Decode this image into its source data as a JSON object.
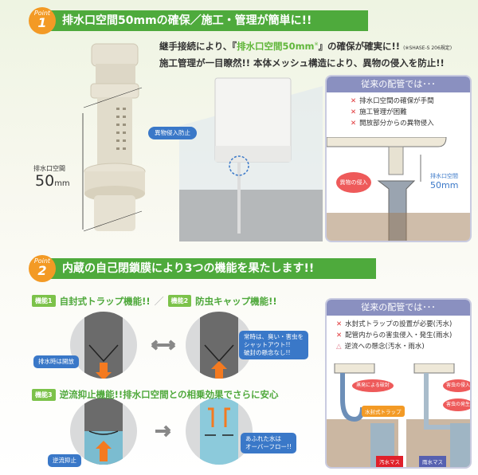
{
  "point1": {
    "badge_word": "Point",
    "badge_number": "1",
    "title": "排水口空間50mmの確保／施工・管理が簡単に!!",
    "lead_line1_pre": "継手接続により、『",
    "lead_line1_highlight": "排水口空間50mm",
    "lead_line1_mark": "※",
    "lead_line1_post": "』の確保が確実に!!",
    "lead_line1_note": "(※SHASE-S 206規定)",
    "lead_line2": "施工管理が一目瞭然!!  本体メッシュ構造により、異物の侵入を防止!!",
    "dimension_label": "排水口空間",
    "dimension_value": "50",
    "dimension_unit": "mm",
    "callout": "異物侵入防止",
    "conventional": {
      "title": "従来の配管では･･･",
      "items": [
        "排水口空間の確保が手間",
        "施工管理が困難",
        "開放部分からの異物侵入"
      ],
      "burst": "異物の侵入",
      "dim_label": "排水口空間",
      "dim_value": "50mm"
    }
  },
  "point2": {
    "badge_word": "Point",
    "badge_number": "2",
    "title": "内蔵の自己閉鎖膜により3つの機能を果たします!!",
    "feature1_tag": "機能1",
    "feature1_text": "自封式トラップ機能!!",
    "separator": "／",
    "feature2_tag": "機能2",
    "feature2_text": "防虫キャップ機能!!",
    "pill_drain": "排水時は開放",
    "pill_shut": [
      "常時は、臭い・害虫を",
      "シャットアウト!!",
      "破封の懸念なし!!"
    ],
    "feature3_tag": "機能3",
    "feature3_text": "逆流抑止機能!!排水口空間との相乗効果でさらに安心",
    "pill_backflow": "逆流抑止",
    "pill_overflow": [
      "あふれた水は",
      "オーバーフロー!!"
    ],
    "conventional": {
      "title": "従来の配管では･･･",
      "items": [
        {
          "mark": "cross",
          "text": "水封式トラップの設置が必要(汚水)"
        },
        {
          "mark": "cross",
          "text": "配管内からの害虫侵入・発生(雨水)"
        },
        {
          "mark": "triangle",
          "text": "逆流への懸念(汚水・雨水)"
        }
      ],
      "burst_evap": "蒸発による破封",
      "trap_label": "水封式トラップ",
      "burst_pest_in": "害虫の侵入",
      "burst_pest_breed": "害虫の発生",
      "sewage_tag": "汚水マス",
      "rain_tag": "雨水マス"
    }
  },
  "colors": {
    "green": "#4eaa3c",
    "orange": "#f39a25",
    "lavender": "#8a90c0",
    "blue": "#3a78c8",
    "red": "#e0383a"
  }
}
